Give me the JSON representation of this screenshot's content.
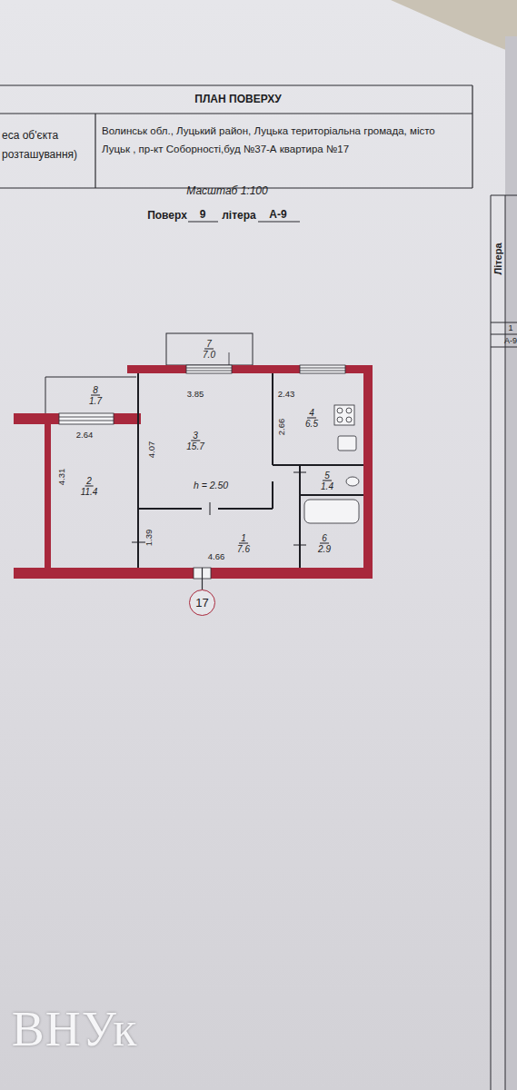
{
  "diagram": {
    "title": "ПЛАН ПОВЕРХУ",
    "nodes": [
      {
        "text": [
          "7",
          "7.0"
        ]
      },
      {
        "text": [
          "8",
          "1.7"
        ]
      },
      {
        "text": [
          "3",
          "15.7"
        ]
      },
      {
        "text": [
          "4",
          "6.5"
        ]
      },
      {
        "text": [
          "2",
          "11.4"
        ]
      },
      {
        "text": [
          "5",
          "1.4"
        ]
      },
      {
        "text": [
          "6",
          "2.9"
        ]
      },
      {
        "text": [
          "1",
          "7.6"
        ]
      },
      {
        "text": [
          "17"
        ]
      }
    ],
    "edges": [
      {
        "from": 7,
        "to": 8,
        "arrow": "none"
      }
    ],
    "labels": [
      "еса об'єкта розташування)",
      "Волинськ обл., Луцький район, Луцька територіальна громада, місто Луцьк , пр-кт Соборності,буд №37-А квартира №17",
      "Масштаб 1:100",
      "Поверх",
      "9",
      "літера",
      "А-9",
      "Літера",
      "1",
      "А-9",
      "3.85",
      "2.43",
      "2.64",
      "4.07",
      "2.66",
      "4.31",
      "h = 2.50",
      "1.39",
      "4.66",
      "ВНУк"
    ]
  }
}
